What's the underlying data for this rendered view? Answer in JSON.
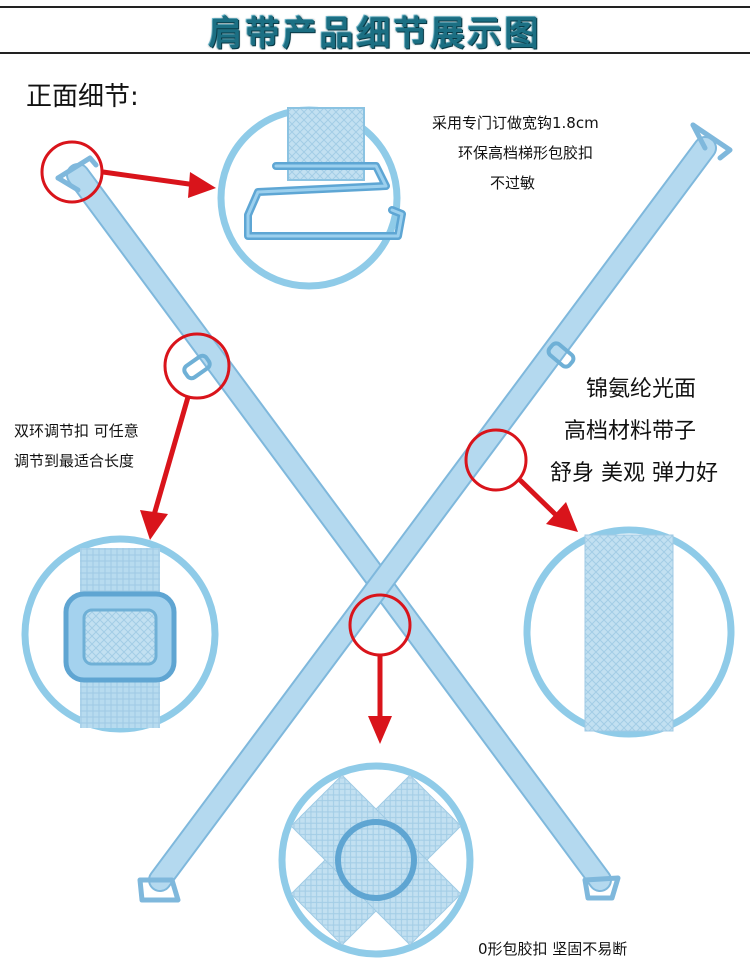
{
  "header": {
    "title": "肩带产品细节展示图"
  },
  "section": {
    "label": "正面细节:"
  },
  "notes": {
    "hook": [
      "采用专门订做宽钩1.8cm",
      "环保高档梯形包胶扣",
      "不过敏"
    ],
    "adjuster": [
      "双环调节扣 可任意",
      "调节到最适合长度"
    ],
    "material": [
      "锦氨纶光面",
      "高档材料带子",
      "舒身 美观 弹力好"
    ],
    "ring": [
      "0形包胶扣 坚固不易断"
    ]
  },
  "colors": {
    "strap": "#a9d3ec",
    "strap_edge": "#7fb8dc",
    "callout_circle": "#8fcbe8",
    "marker": "#d9141b",
    "title": "#1b6f83"
  }
}
